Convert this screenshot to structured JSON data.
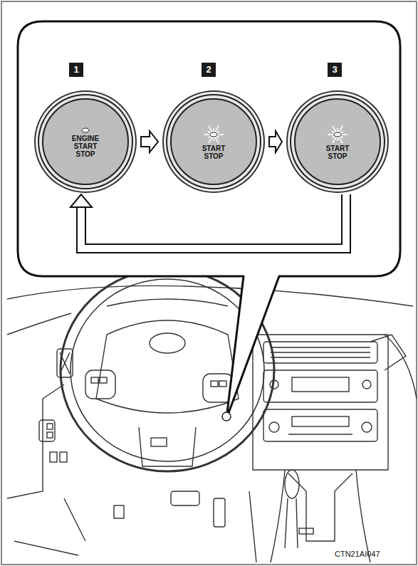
{
  "diagram": {
    "nodes": [
      {
        "text": [
          "ENGINE START STOP"
        ]
      },
      {
        "text": [
          "START STOP"
        ]
      },
      {
        "text": [
          "START STOP"
        ]
      }
    ],
    "edges": [
      {
        "from": 0,
        "to": 1,
        "arrow": "to"
      },
      {
        "from": 1,
        "to": 2,
        "arrow": "to"
      },
      {
        "from": 2,
        "to": 0,
        "arrow": "to"
      }
    ],
    "labels": [
      "1",
      "2",
      "3",
      "CTN21AI047"
    ]
  }
}
